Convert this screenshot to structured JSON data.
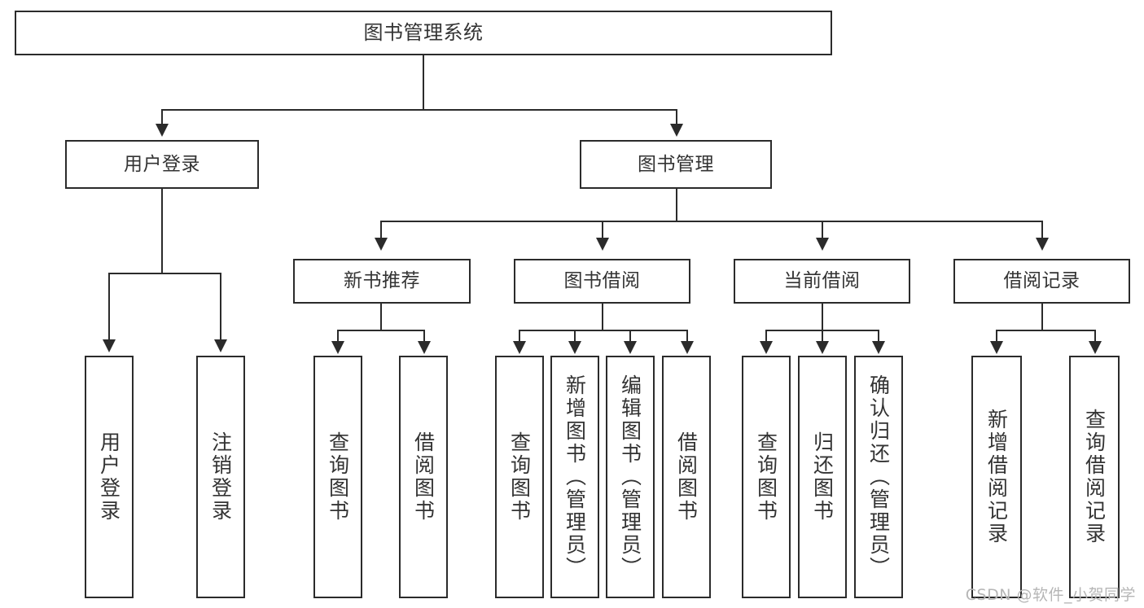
{
  "diagram": {
    "title": "图书管理系统",
    "type": "tree-hierarchy-diagram",
    "orientation": "top-down",
    "colors": {
      "stroke": "#2b2b2b",
      "fill": "#ffffff",
      "text": "#333333",
      "watermark": "#b6b6b6"
    },
    "root": {
      "label": "图书管理系统"
    },
    "level2": [
      {
        "label": "用户登录"
      },
      {
        "label": "图书管理"
      }
    ],
    "level3": [
      {
        "label": "新书推荐"
      },
      {
        "label": "图书借阅"
      },
      {
        "label": "当前借阅"
      },
      {
        "label": "借阅记录"
      }
    ],
    "leaves": {
      "user_login": [
        {
          "label": "用户登录"
        },
        {
          "label": "注销登录"
        }
      ],
      "new_book_recommend": [
        {
          "label": "查询图书"
        },
        {
          "label": "借阅图书"
        }
      ],
      "book_borrow": [
        {
          "label": "查询图书"
        },
        {
          "label": "新增图书（管理员）"
        },
        {
          "label": "编辑图书（管理员）"
        },
        {
          "label": "借阅图书"
        }
      ],
      "current_borrow": [
        {
          "label": "查询图书"
        },
        {
          "label": "归还图书"
        },
        {
          "label": "确认归还（管理员）"
        }
      ],
      "borrow_record": [
        {
          "label": "新增借阅记录"
        },
        {
          "label": "查询借阅记录"
        }
      ]
    }
  },
  "watermark": {
    "text": "CSDN @软件_小贺同学"
  }
}
